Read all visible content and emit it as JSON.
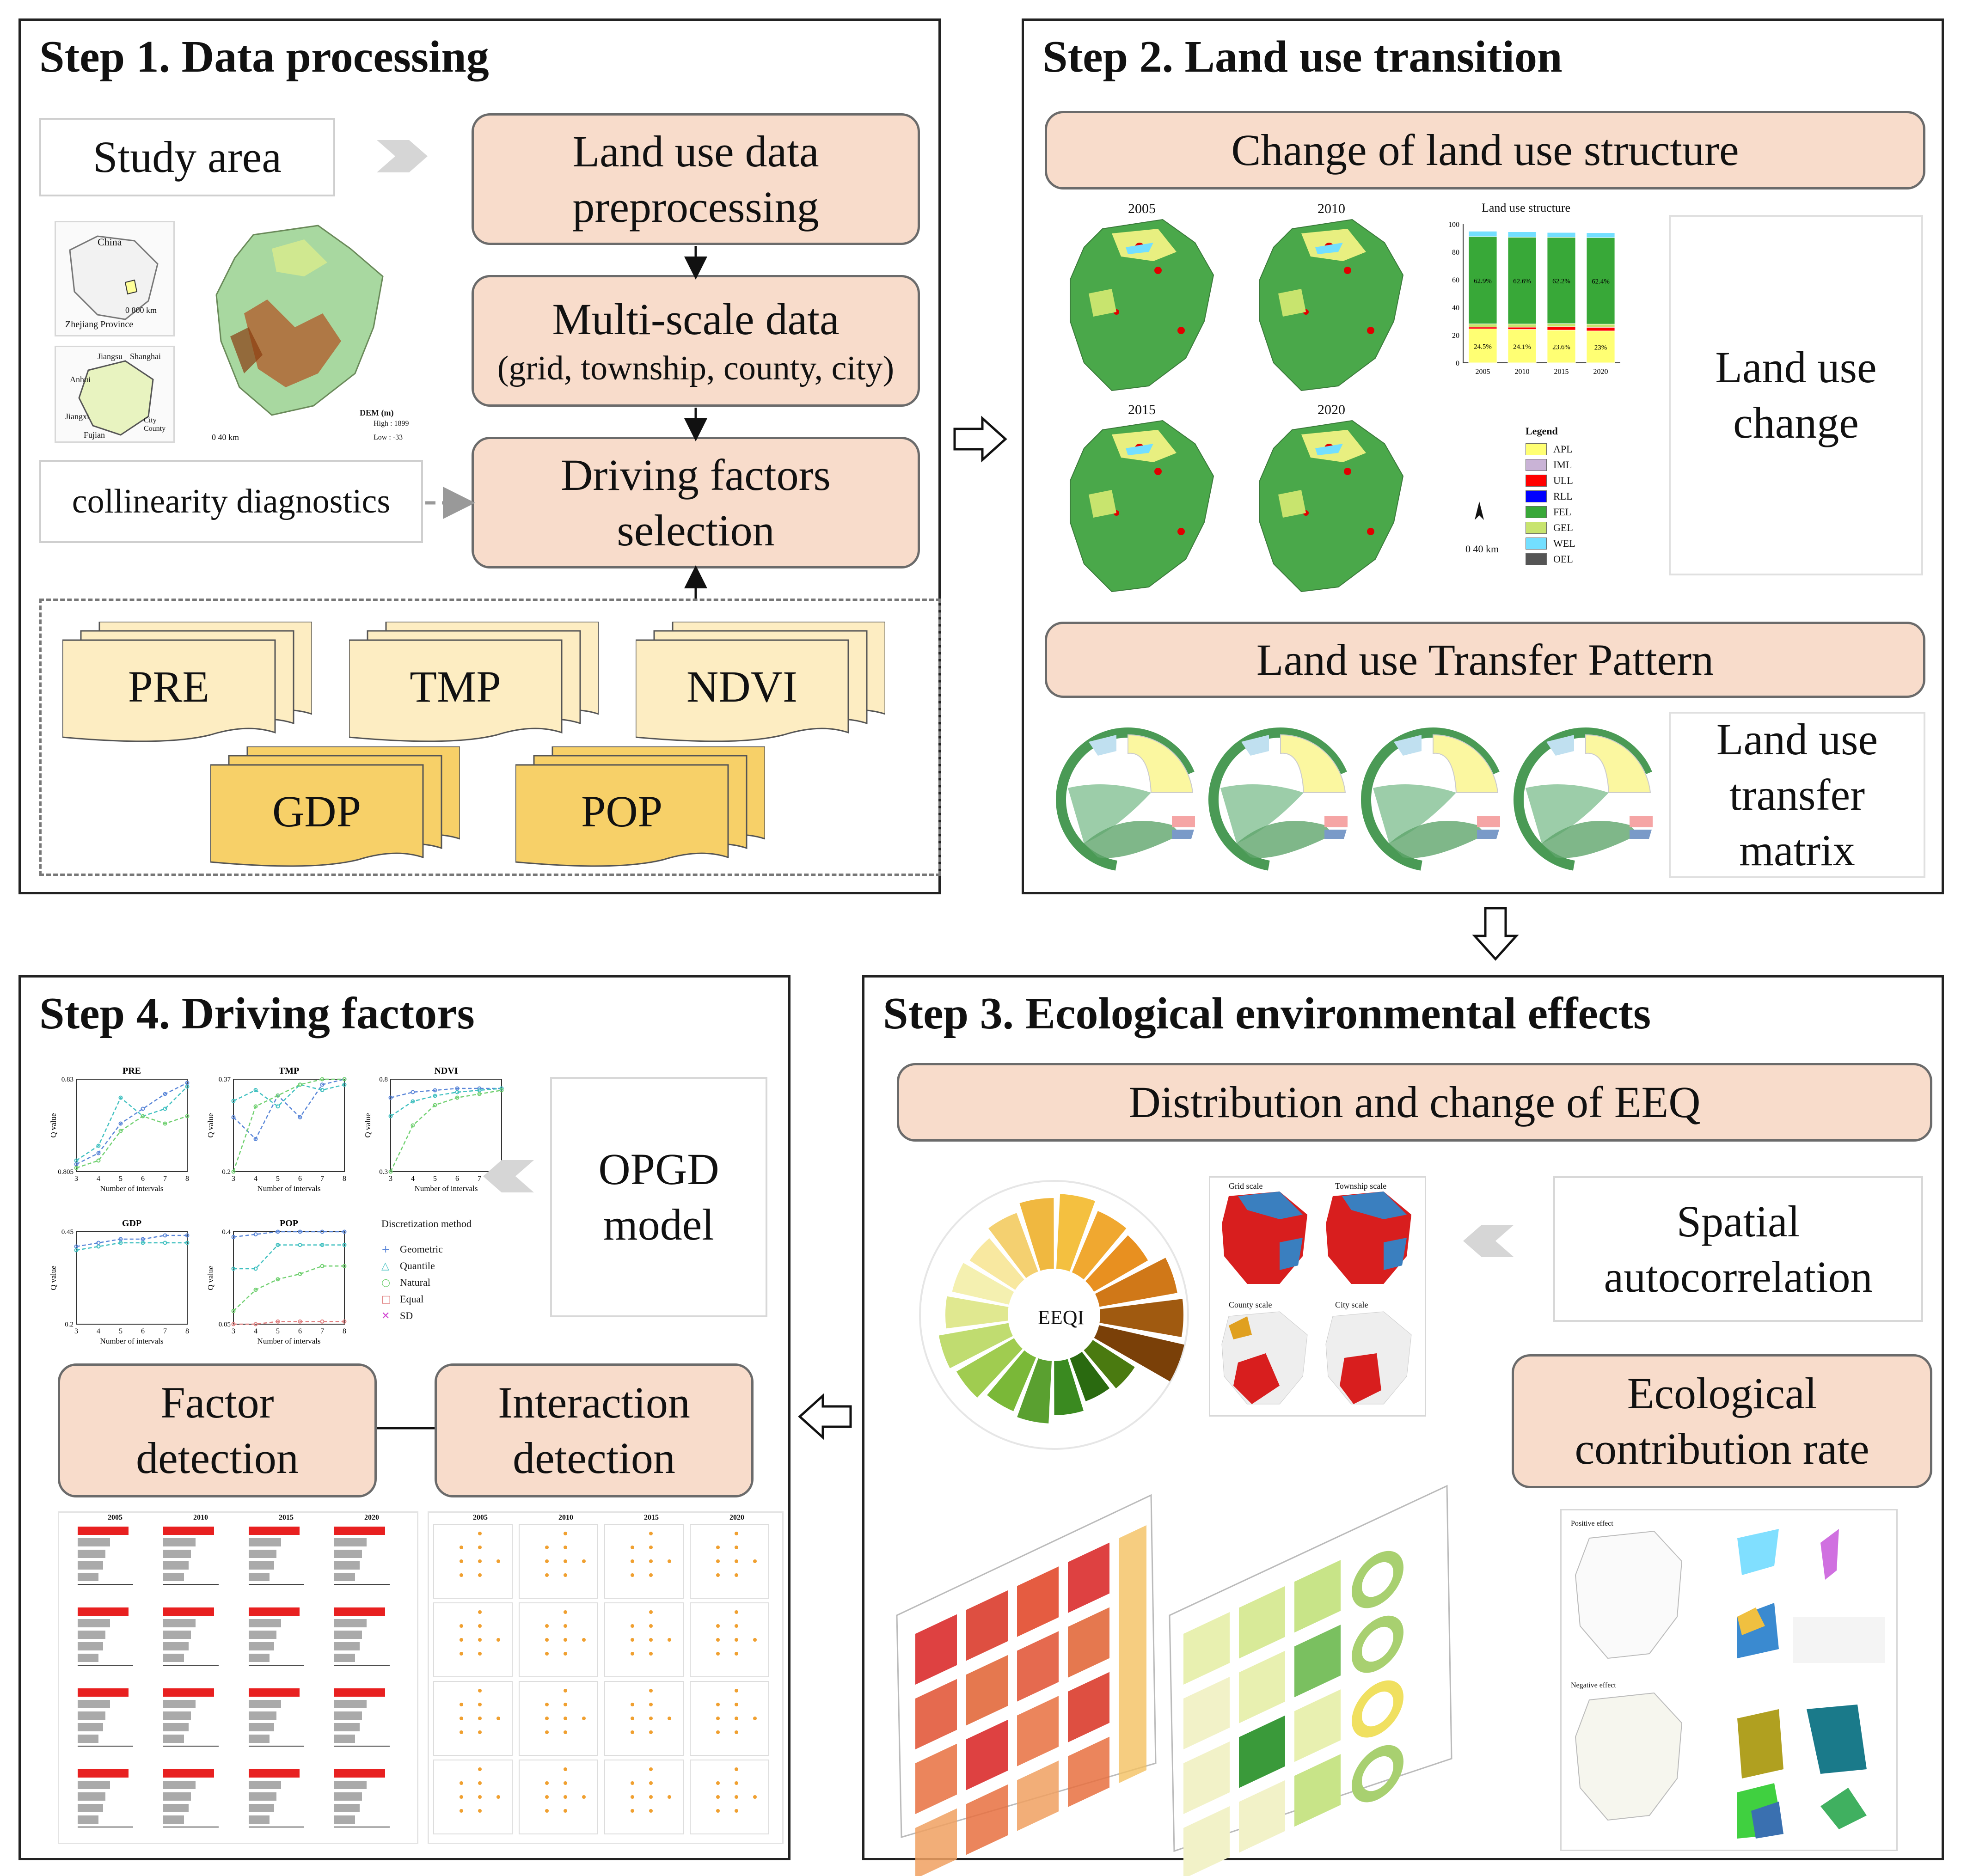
{
  "step1": {
    "title": "Step 1. Data processing",
    "study_area": "Study area",
    "land_use_preprocess": "Land use data preprocessing",
    "multiscale_title": "Multi-scale data",
    "multiscale_sub": "(grid, township, county, city)",
    "collinearity": "collinearity diagnostics",
    "driving_selection": "Driving factors selection",
    "factors": [
      "PRE",
      "TMP",
      "NDVI",
      "GDP",
      "POP"
    ],
    "map_labels": {
      "china": "China",
      "zhejiang": "Zhejiang Province",
      "dem": "DEM (m)",
      "high": "High : 1899",
      "low": "Low : -33",
      "city": "City",
      "county": "County",
      "shanghai": "Shanghai",
      "jiangsu": "Jiangsu",
      "anhui": "Anhui",
      "fujian": "Fujian",
      "jiangxi": "Jiangxi",
      "km40": "0   40 km",
      "km800": "0  800 km"
    }
  },
  "step2": {
    "title": "Step 2. Land use transition",
    "structure_box": "Change of land use structure",
    "land_use_change": "Land use change",
    "transfer_box": "Land use Transfer Pattern",
    "transfer_matrix": "Land use transfer matrix",
    "years": [
      "2005",
      "2010",
      "2015",
      "2020"
    ],
    "chart_title": "Land use structure",
    "legend_title": "Legend",
    "legend": [
      "APL",
      "IML",
      "ULL",
      "RLL",
      "FEL",
      "GEL",
      "WEL",
      "OEL"
    ],
    "scale": "0  40 km"
  },
  "step3": {
    "title": "Step 3. Ecological environmental effects",
    "distribution_box": "Distribution and change of EEQ",
    "spatial_auto": "Spatial autocorrelation",
    "eco_contribution": "Ecological contribution rate",
    "eeqi": "EEQI",
    "scales": [
      "Grid scale",
      "Township scale",
      "County scale",
      "City scale"
    ],
    "positive": "Positive effect",
    "negative": "Negative effect"
  },
  "step4": {
    "title": "Step 4. Driving factors",
    "opgd": "OPGD model",
    "factor_detection": "Factor detection",
    "interaction_detection": "Interaction detection",
    "ylabel": "Q value",
    "xlabel": "Number of intervals",
    "disc_title": "Discretization method",
    "disc_methods": [
      "Geometric",
      "Quantile",
      "Natural",
      "Equal",
      "SD"
    ],
    "years": [
      "2005",
      "2010",
      "2015",
      "2020"
    ]
  },
  "colors": {
    "peach": "#f8dccb",
    "doc_light": "#fdedc2",
    "doc_dark": "#f7d068",
    "APL": "#ffff73",
    "IML": "#c9b3d6",
    "ULL": "#ff0000",
    "RLL": "#0000ff",
    "FEL": "#38a838",
    "GEL": "#c8e46e",
    "WEL": "#73dfff",
    "OEL": "#555555"
  },
  "chart_data": [
    {
      "type": "bar",
      "title": "Land use structure",
      "categories": [
        "2005",
        "2010",
        "2015",
        "2020"
      ],
      "series": [
        {
          "name": "APL",
          "values": [
            24.5,
            24.1,
            23.6,
            23.0
          ]
        },
        {
          "name": "ULL",
          "values": [
            1.3,
            1.6,
            2.4,
            2.6
          ]
        },
        {
          "name": "GEL",
          "values": [
            2.3,
            2.3,
            2.3,
            2.3
          ]
        },
        {
          "name": "FEL",
          "values": [
            62.9,
            62.6,
            62.2,
            62.4
          ]
        },
        {
          "name": "WEL",
          "values": [
            3.9,
            3.9,
            3.5,
            3.5
          ]
        }
      ],
      "ylim": [
        0,
        100
      ]
    },
    {
      "type": "line",
      "title": "PRE",
      "x": [
        3,
        4,
        5,
        6,
        7,
        8
      ],
      "series": [
        {
          "values": [
            0.807,
            0.81,
            0.818,
            0.822,
            0.826,
            0.829
          ]
        },
        {
          "values": [
            0.808,
            0.812,
            0.825,
            0.82,
            0.822,
            0.828
          ]
        },
        {
          "values": [
            0.806,
            0.808,
            0.816,
            0.82,
            0.818,
            0.82
          ]
        }
      ],
      "ylim": [
        0.805,
        0.83
      ]
    },
    {
      "type": "line",
      "title": "TMP",
      "x": [
        3,
        4,
        5,
        6,
        7,
        8
      ],
      "series": [
        {
          "values": [
            0.3,
            0.26,
            0.34,
            0.3,
            0.36,
            0.37
          ]
        },
        {
          "values": [
            0.33,
            0.35,
            0.32,
            0.36,
            0.35,
            0.36
          ]
        },
        {
          "values": [
            0.2,
            0.32,
            0.34,
            0.36,
            0.37,
            0.37
          ]
        }
      ],
      "ylim": [
        0.2,
        0.37
      ]
    },
    {
      "type": "line",
      "title": "NDVI",
      "x": [
        3,
        4,
        5,
        6,
        7,
        8
      ],
      "series": [
        {
          "values": [
            0.7,
            0.73,
            0.74,
            0.75,
            0.75,
            0.75
          ]
        },
        {
          "values": [
            0.6,
            0.68,
            0.71,
            0.73,
            0.74,
            0.75
          ]
        },
        {
          "values": [
            0.3,
            0.55,
            0.66,
            0.7,
            0.72,
            0.74
          ]
        }
      ],
      "ylim": [
        0.3,
        0.8
      ]
    },
    {
      "type": "line",
      "title": "GDP",
      "x": [
        3,
        4,
        5,
        6,
        7,
        8
      ],
      "series": [
        {
          "values": [
            0.41,
            0.42,
            0.43,
            0.43,
            0.44,
            0.44
          ]
        },
        {
          "values": [
            0.4,
            0.41,
            0.42,
            0.42,
            0.42,
            0.42
          ]
        }
      ],
      "ylim": [
        0.2,
        0.45
      ]
    },
    {
      "type": "line",
      "title": "POP",
      "x": [
        3,
        4,
        5,
        6,
        7,
        8
      ],
      "series": [
        {
          "values": [
            0.38,
            0.39,
            0.4,
            0.4,
            0.4,
            0.4
          ]
        },
        {
          "values": [
            0.26,
            0.26,
            0.35,
            0.35,
            0.35,
            0.35
          ]
        },
        {
          "values": [
            0.1,
            0.18,
            0.22,
            0.24,
            0.27,
            0.27
          ]
        },
        {
          "values": [
            0.05,
            0.05,
            0.06,
            0.06,
            0.06,
            0.06
          ]
        }
      ],
      "ylim": [
        0.05,
        0.4
      ]
    }
  ]
}
